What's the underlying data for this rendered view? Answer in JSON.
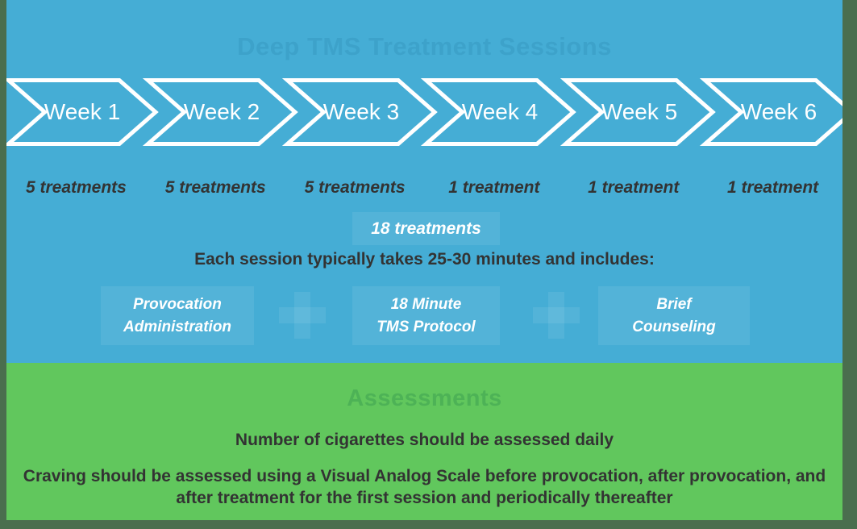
{
  "colors": {
    "background_blue": "#45ADD5",
    "background_green": "#61C75D",
    "frame": "#4A6E4E",
    "title_on_blue": "#3DA2CA",
    "title_on_green": "#4DB256",
    "highlight_blue": "rgba(255,255,255,0.08)",
    "text_dark": "#333333",
    "text_white": "#FFFFFF"
  },
  "schedule": {
    "title": "Deep TMS Treatment Sessions",
    "weeks": [
      {
        "label": "Week 1",
        "treatments": "5 treatments"
      },
      {
        "label": "Week 2",
        "treatments": "5 treatments"
      },
      {
        "label": "Week 3",
        "treatments": "5 treatments"
      },
      {
        "label": "Week 4",
        "treatments": "1 treatment"
      },
      {
        "label": "Week 5",
        "treatments": "1 treatment"
      },
      {
        "label": "Week 6",
        "treatments": "1 treatment"
      }
    ],
    "total": "18 treatments",
    "session_note": "Each session typically takes 25-30 minutes and includes:",
    "components": [
      {
        "line1": "Provocation",
        "line2": "Administration"
      },
      {
        "line1": "18 Minute",
        "line2": "TMS Protocol"
      },
      {
        "line1": "Brief",
        "line2": "Counseling"
      }
    ],
    "separator_icon": "plus-icon"
  },
  "assessments": {
    "title": "Assessments",
    "daily_note": "Number of cigarettes should be assessed daily",
    "craving_note": "Craving should be assessed using a Visual Analog Scale before provocation, after provocation, and after treatment for the first session and periodically thereafter"
  }
}
